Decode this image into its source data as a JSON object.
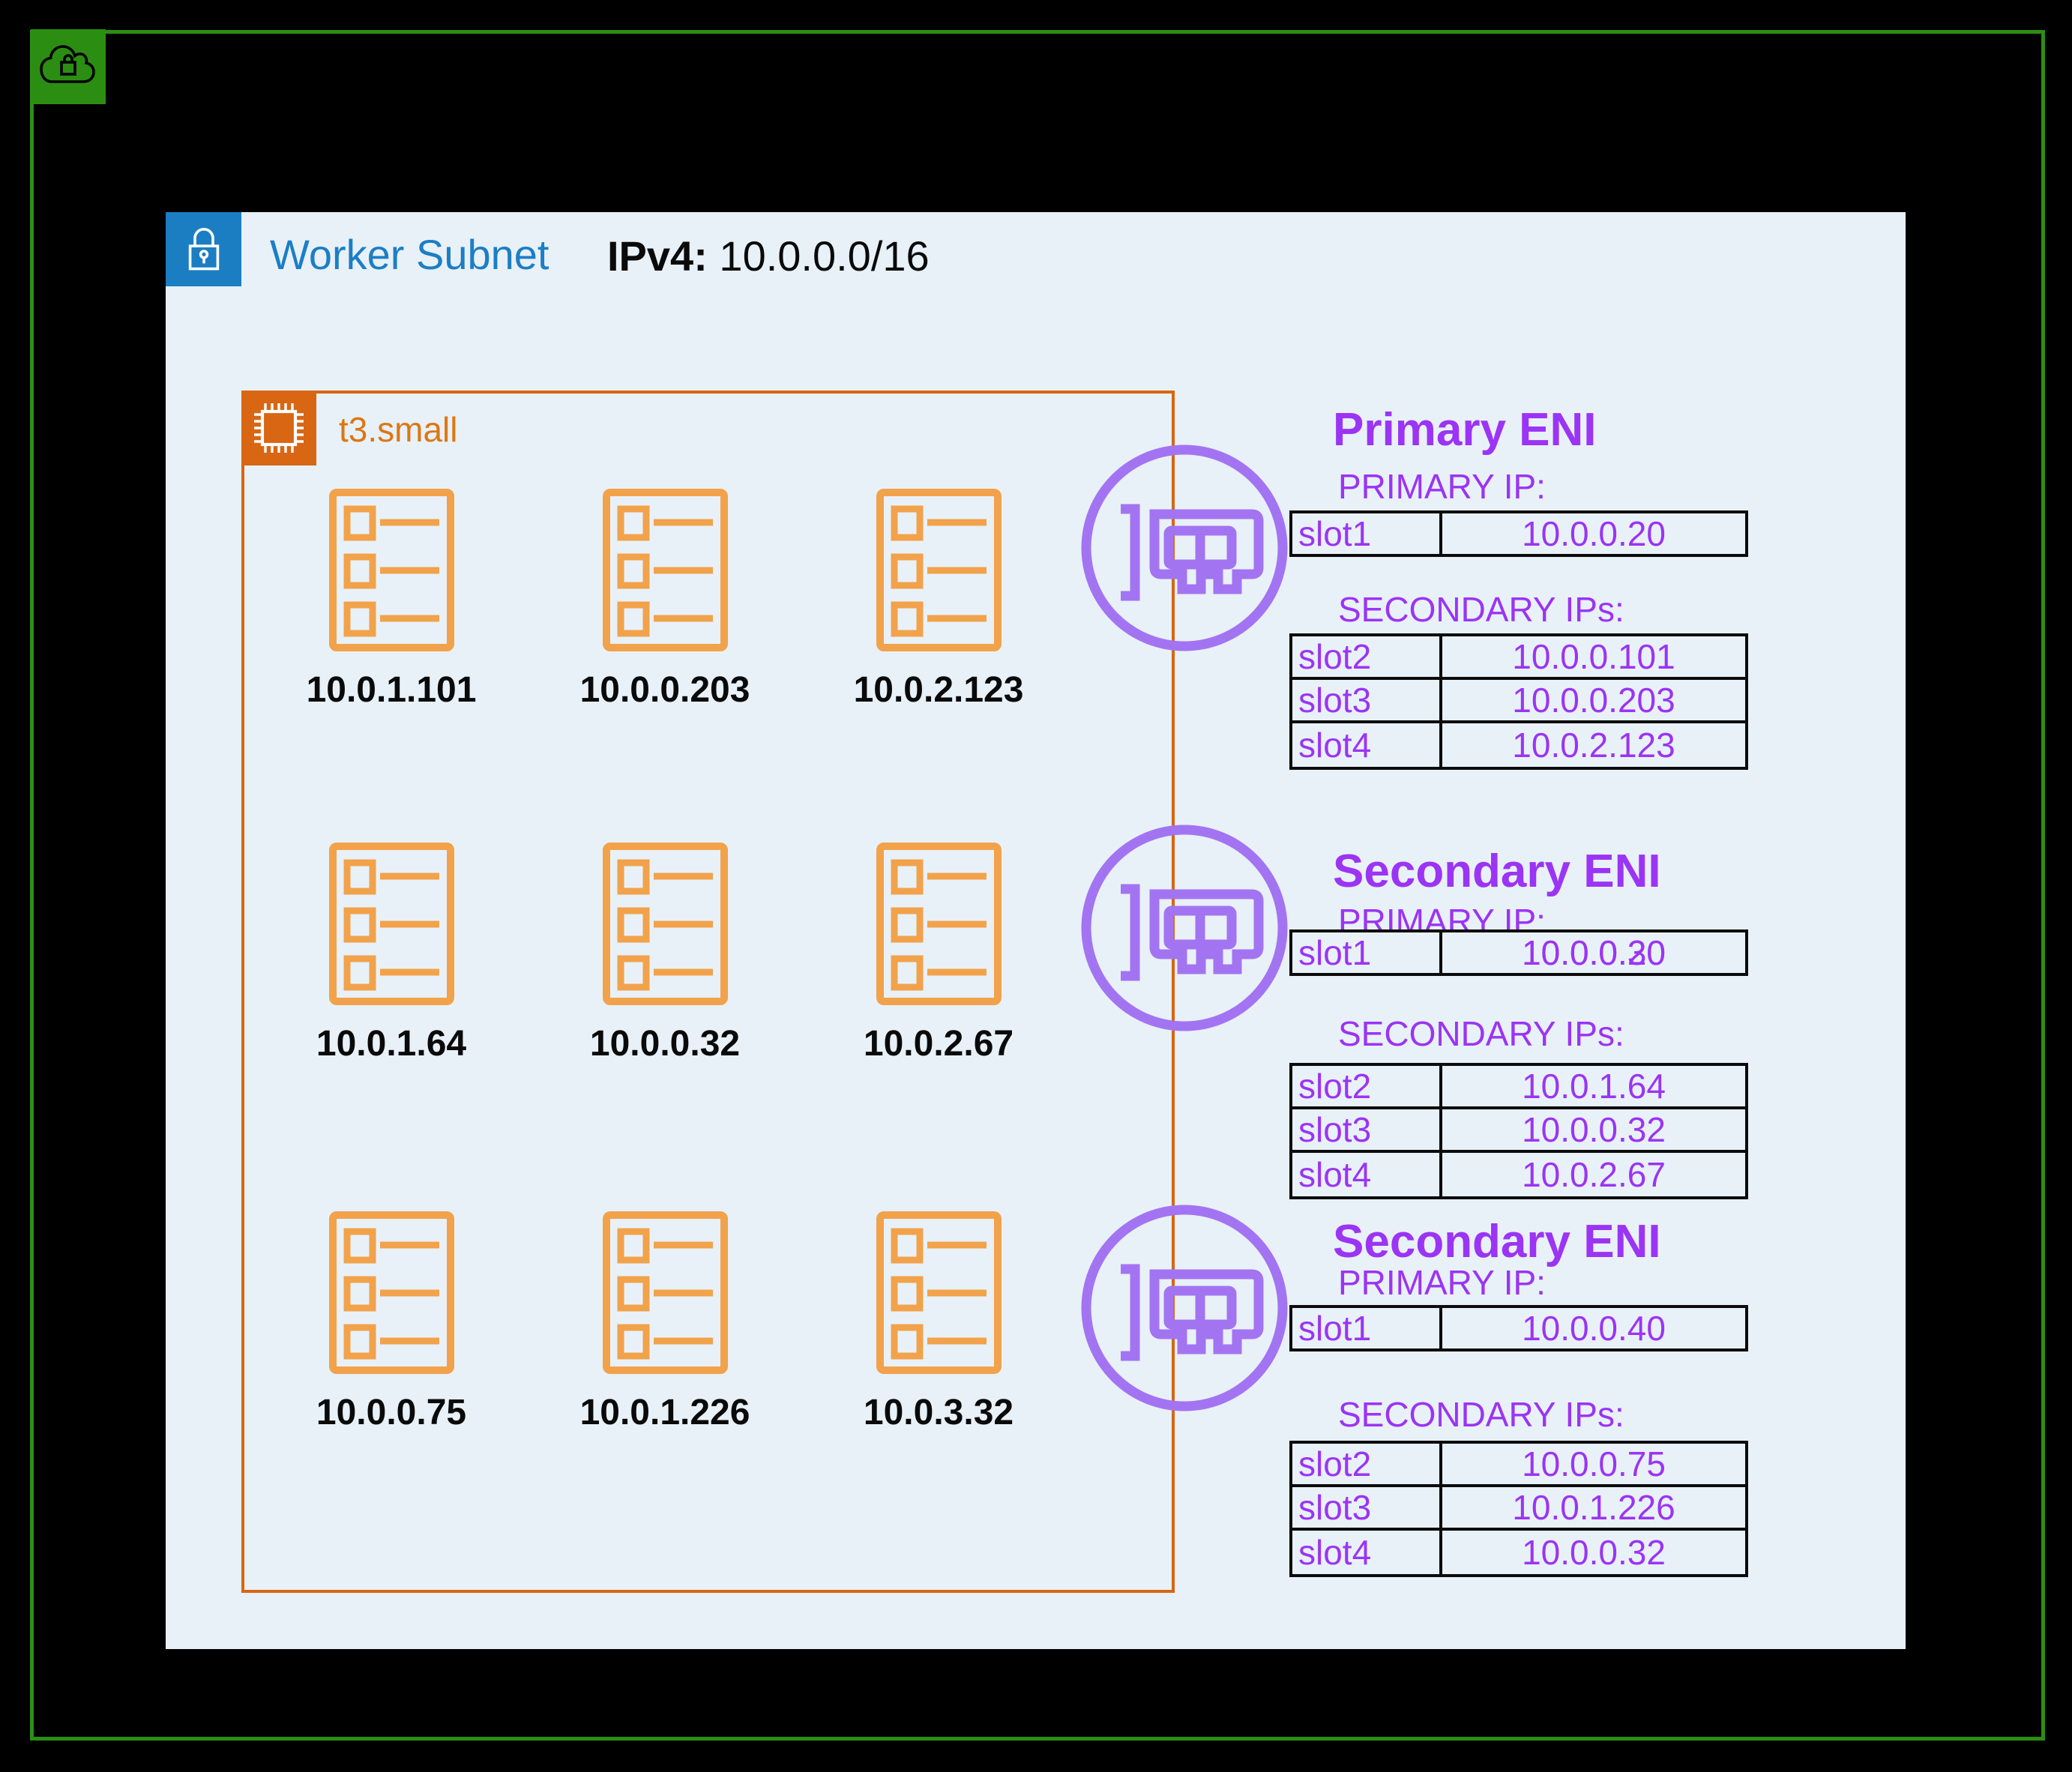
{
  "vpc": {
    "badge_icon": "cloud-with-lock",
    "border_color": "#2B8E13"
  },
  "subnet": {
    "title": "Worker Subnet",
    "cidr_label": "IPv4:",
    "cidr": "10.0.0.0/16",
    "badge_icon": "padlock",
    "title_color": "#1C7EC5",
    "panel_color": "#E8F1F8"
  },
  "instance": {
    "type_label": "t3.small",
    "badge_icon": "chip",
    "border_color": "#D86613"
  },
  "pods": [
    {
      "ip": "10.0.1.101"
    },
    {
      "ip": "10.0.0.203"
    },
    {
      "ip": "10.0.2.123"
    },
    {
      "ip": "10.0.1.64"
    },
    {
      "ip": "10.0.0.32"
    },
    {
      "ip": "10.0.2.67"
    },
    {
      "ip": "10.0.0.75"
    },
    {
      "ip": "10.0.1.226"
    },
    {
      "ip": "10.0.3.32"
    }
  ],
  "pod_icon_color": "#F2A24B",
  "eni_icon_color": "#A374F2",
  "eni_text_color": "#9B34F4",
  "eni_sections": [
    {
      "title": "Primary ENI",
      "primary_label": "PRIMARY IP:",
      "secondary_label": "SECONDARY IPs:",
      "primary_rows": [
        {
          "slot": "slot1",
          "ip": "10.0.0.20"
        }
      ],
      "secondary_rows": [
        {
          "slot": "slot2",
          "ip": "10.0.0.101"
        },
        {
          "slot": "slot3",
          "ip": "10.0.0.203"
        },
        {
          "slot": "slot4",
          "ip": "10.0.2.123"
        }
      ]
    },
    {
      "title": "Secondary ENI",
      "primary_label": "PRIMARY IP:",
      "secondary_label": "SECONDARY IPs:",
      "primary_rows": [
        {
          "slot": "slot1",
          "ip": "10.0.0.30",
          "ip_overlay": "10.0.0.20"
        }
      ],
      "secondary_rows": [
        {
          "slot": "slot2",
          "ip": "10.0.1.64"
        },
        {
          "slot": "slot3",
          "ip": "10.0.0.32"
        },
        {
          "slot": "slot4",
          "ip": "10.0.2.67"
        }
      ]
    },
    {
      "title": "Secondary ENI",
      "primary_label": "PRIMARY IP:",
      "secondary_label": "SECONDARY IPs:",
      "primary_rows": [
        {
          "slot": "slot1",
          "ip": "10.0.0.40"
        }
      ],
      "secondary_rows": [
        {
          "slot": "slot2",
          "ip": "10.0.0.75"
        },
        {
          "slot": "slot3",
          "ip": "10.0.1.226"
        },
        {
          "slot": "slot4",
          "ip": "10.0.0.32"
        }
      ]
    }
  ]
}
